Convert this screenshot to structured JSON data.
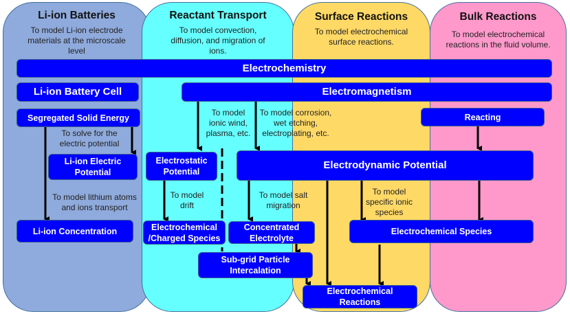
{
  "columns": [
    {
      "id": "li-ion",
      "title": "Li-ion Batteries",
      "description": "To model Li-ion electrode materials at the microscale level",
      "color": "#8faadc"
    },
    {
      "id": "transport",
      "title": "Reactant Transport",
      "description": "To model convection, diffusion, and migration of ions.",
      "color": "#66ffff"
    },
    {
      "id": "surface",
      "title": "Surface Reactions",
      "description": "To model electrochemical surface reactions.",
      "color": "#ffd966"
    },
    {
      "id": "bulk",
      "title": "Bulk Reactions",
      "description": "To model electrochemical reactions in the fluid volume.",
      "color": "#ff99cc"
    }
  ],
  "nodes": {
    "electrochemistry": "Electrochemistry",
    "li_ion_battery_cell": "Li-ion Battery Cell",
    "electromagnetism": "Electromagnetism",
    "segregated_solid_energy": "Segregated Solid Energy",
    "reacting": "Reacting",
    "li_ion_electric_potential": "Li-ion Electric Potential",
    "electrostatic_potential": "Electrostatic Potential",
    "electrodynamic_potential": "Electrodynamic Potential",
    "li_ion_concentration": "Li-ion Concentration",
    "electrochemical_charged_species": "Electrochemical /Charged Species",
    "concentrated_electrolyte": "Concentrated Electrolyte",
    "electrochemical_species": "Electrochemical Species",
    "subgrid_particle_intercalation": "Sub-grid Particle Intercalation",
    "electrochemical_reactions": "Electrochemical Reactions"
  },
  "notes": {
    "solve_potential": "To solve for the electric potential",
    "lithium_transport": "To model lithium atoms and ions transport",
    "ionic_wind": "To model ionic wind, plasma, etc.",
    "corrosion": "To model corrosion, wet etching, electroplating, etc.",
    "drift": "To model drift",
    "salt_migration": "To model salt migration",
    "ionic_species": "To model specific ionic species"
  },
  "colors": {
    "node_fill": "#0000ff",
    "node_border": "#3a5e8c",
    "column_border": "#41719c",
    "arrow": "#000000"
  }
}
